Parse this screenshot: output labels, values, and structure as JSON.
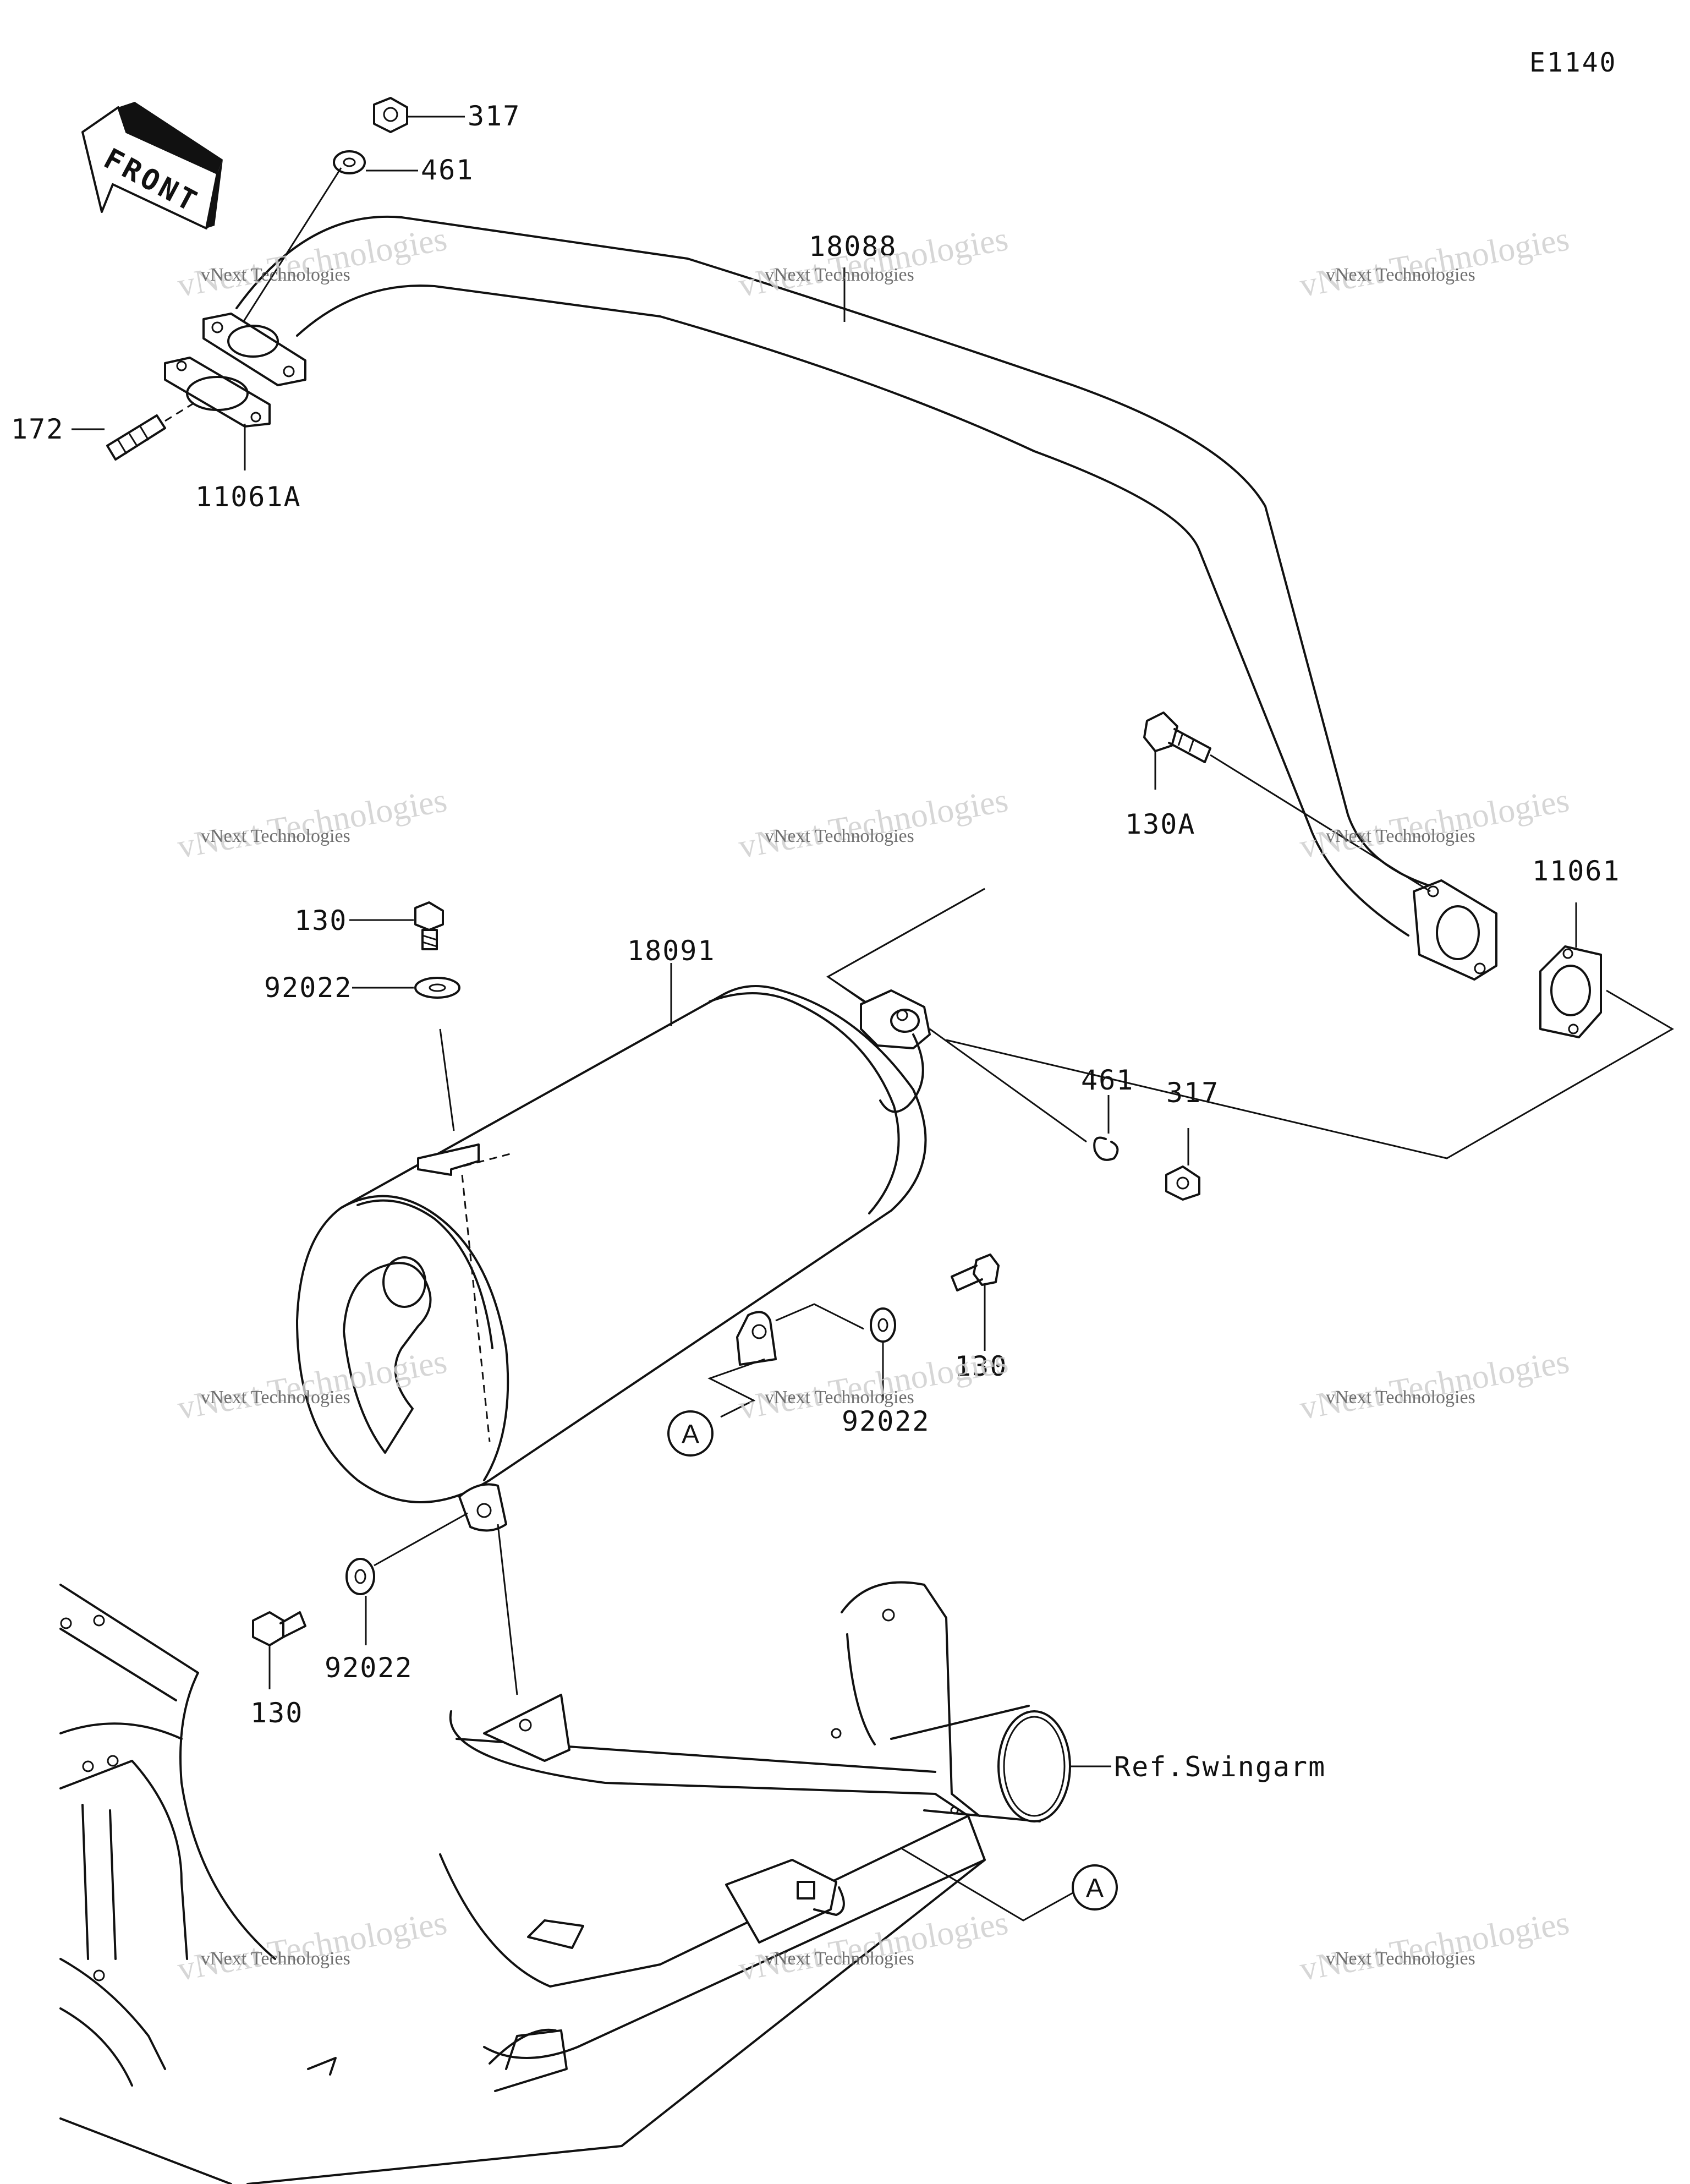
{
  "diagram_code": "E1140",
  "front_arrow_label": "FRONT",
  "parts": {
    "p317_top": "317",
    "p461_top": "461",
    "p172": "172",
    "p11061A": "11061A",
    "p18088": "18088",
    "p130A": "130A",
    "p11061": "11061",
    "p130_top": "130",
    "p92022_top": "92022",
    "p18091": "18091",
    "p461_mid": "461",
    "p317_mid": "317",
    "p130_mid": "130",
    "p92022_mid": "92022",
    "p92022_bottom": "92022",
    "p130_bottom": "130",
    "ref_swingarm": "Ref.Swingarm"
  },
  "callouts": {
    "a1": "A",
    "a2": "A"
  },
  "watermark": {
    "big": "vNext Technologies",
    "small": "vNext Technologies"
  }
}
